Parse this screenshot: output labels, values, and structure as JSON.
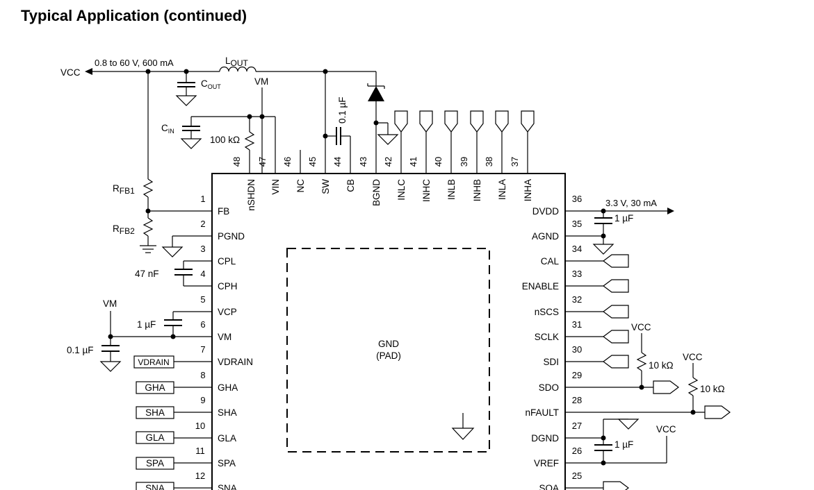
{
  "heading": "Typical Application  (continued)",
  "chip": {
    "pad_label_1": "GND",
    "pad_label_2": "(PAD)",
    "top_pins": [
      {
        "num": "48",
        "name": "nSHDN"
      },
      {
        "num": "47",
        "name": "VIN"
      },
      {
        "num": "46",
        "name": "NC"
      },
      {
        "num": "45",
        "name": "SW"
      },
      {
        "num": "44",
        "name": "CB"
      },
      {
        "num": "43",
        "name": "BGND"
      },
      {
        "num": "42",
        "name": "INLC"
      },
      {
        "num": "41",
        "name": "INHC"
      },
      {
        "num": "40",
        "name": "INLB"
      },
      {
        "num": "39",
        "name": "INHB"
      },
      {
        "num": "38",
        "name": "INLA"
      },
      {
        "num": "37",
        "name": "INHA"
      }
    ],
    "left_pins": [
      {
        "num": "1",
        "name": "FB"
      },
      {
        "num": "2",
        "name": "PGND"
      },
      {
        "num": "3",
        "name": "CPL"
      },
      {
        "num": "4",
        "name": "CPH"
      },
      {
        "num": "5",
        "name": "VCP"
      },
      {
        "num": "6",
        "name": "VM"
      },
      {
        "num": "7",
        "name": "VDRAIN"
      },
      {
        "num": "8",
        "name": "GHA"
      },
      {
        "num": "9",
        "name": "SHA"
      },
      {
        "num": "10",
        "name": "GLA"
      },
      {
        "num": "11",
        "name": "SPA"
      },
      {
        "num": "12",
        "name": "SNA"
      }
    ],
    "right_pins": [
      {
        "num": "36",
        "name": "DVDD"
      },
      {
        "num": "35",
        "name": "AGND"
      },
      {
        "num": "34",
        "name": "CAL"
      },
      {
        "num": "33",
        "name": "ENABLE"
      },
      {
        "num": "32",
        "name": "nSCS"
      },
      {
        "num": "31",
        "name": "SCLK"
      },
      {
        "num": "30",
        "name": "SDI"
      },
      {
        "num": "29",
        "name": "SDO"
      },
      {
        "num": "28",
        "name": "nFAULT"
      },
      {
        "num": "27",
        "name": "DGND"
      },
      {
        "num": "26",
        "name": "VREF"
      },
      {
        "num": "25",
        "name": "SOA"
      }
    ]
  },
  "labels": {
    "vcc_out": "VCC",
    "output_spec": "0.8 to 60 V, 600 mA",
    "lout_main": "L",
    "lout_sub": "OUT",
    "cout_main": "C",
    "cout_sub": "OUT",
    "vm_top": "VM",
    "cin_main": "C",
    "cin_sub": "IN",
    "r_100k": "100 kΩ",
    "c_boot": "0.1 µF",
    "rfb1_main": "R",
    "rfb1_sub": "FB1",
    "rfb2_main": "R",
    "rfb2_sub": "FB2",
    "c_47nf": "47 nF",
    "vm_left": "VM",
    "c_1uf_vcp": "1 µF",
    "c_01uf_vm": "0.1 µF",
    "dvdd_spec": "3.3 V, 30 mA",
    "c_1uf_dvdd": "1 µF",
    "vcc_sdo": "VCC",
    "r_sdo": "10 kΩ",
    "vcc_nfault": "VCC",
    "r_nfault": "10 kΩ",
    "c_1uf_vref": "1 µF",
    "vcc_vref": "VCC"
  },
  "gate_boxes": [
    "VDRAIN",
    "GHA",
    "SHA",
    "GLA",
    "SPA",
    "SNA"
  ]
}
